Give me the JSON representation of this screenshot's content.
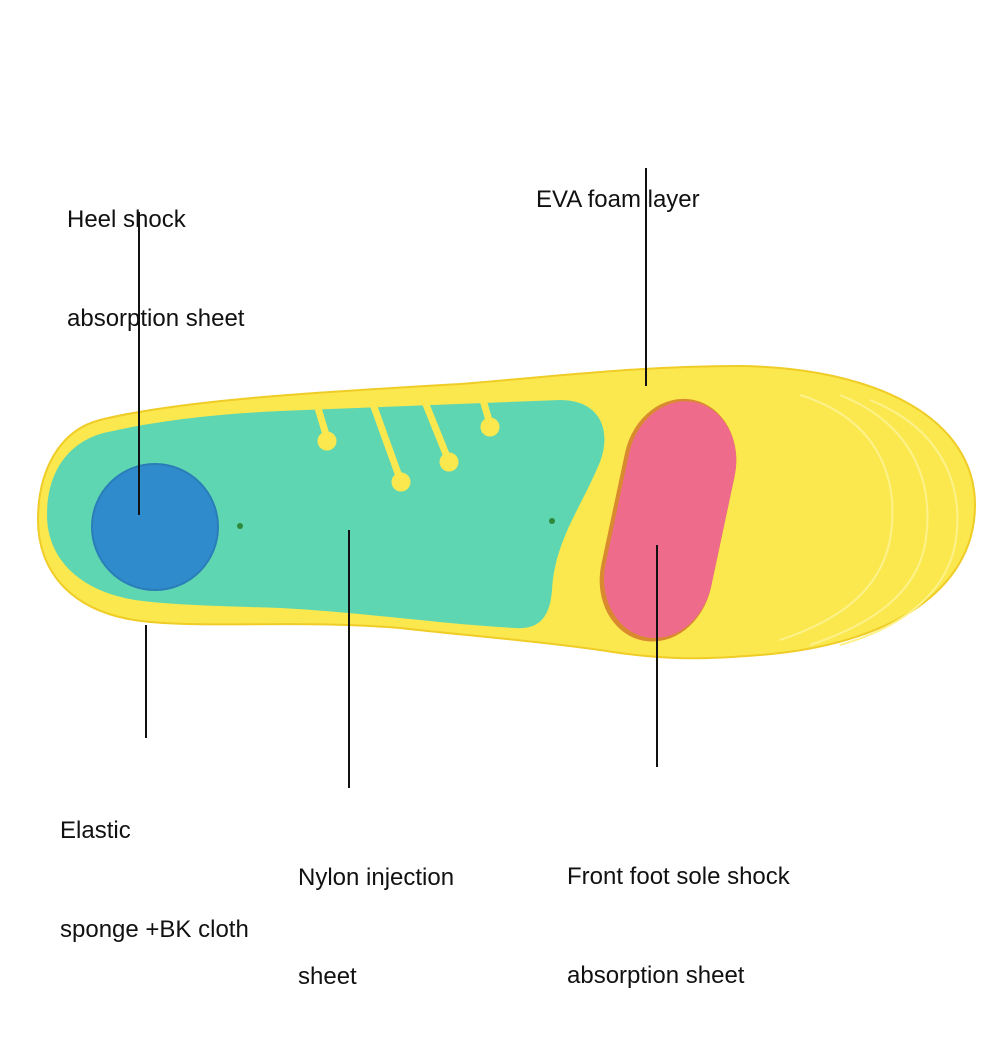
{
  "diagram": {
    "subject": "Orthotic insole cross-section components",
    "colors": {
      "background": "#ffffff",
      "eva_foam": "#fbe84f",
      "eva_foam_edge": "#f3d12a",
      "nylon_sheet": "#5fd6b2",
      "heel_pad": "#2f8bcb",
      "forefoot_pad": "#ef6b8b",
      "leader_line": "#111111",
      "text": "#111111"
    },
    "labels": {
      "heel": {
        "line1": "Heel shock",
        "line2": "absorption sheet"
      },
      "eva": {
        "line1": "EVA foam layer"
      },
      "elastic": {
        "line1": "Elastic",
        "line2": "sponge +BK cloth"
      },
      "nylon": {
        "line1": "Nylon injection",
        "line2": "sheet"
      },
      "forefoot": {
        "line1": "Front foot sole shock",
        "line2": "absorption sheet"
      }
    }
  }
}
